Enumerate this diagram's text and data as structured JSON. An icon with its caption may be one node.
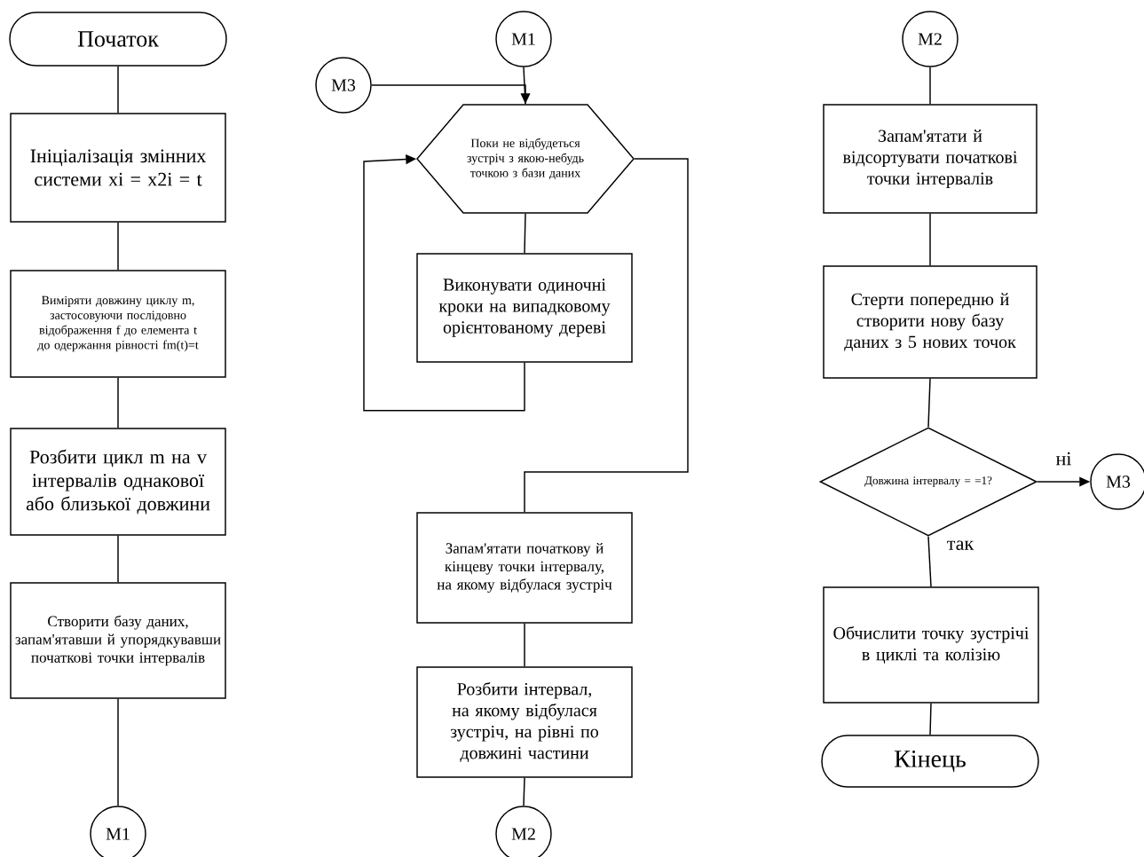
{
  "diagram": {
    "nodes": [
      {
        "text": [
          "Початок"
        ]
      },
      {
        "text": [
          "Ініціалізація змінних системи xi = x2i = t"
        ]
      },
      {
        "text": [
          "Виміряти довжину циклу m, застосовуючи послідовно відображення f до елемента t до одержання рівності fm(t)=t"
        ]
      },
      {
        "text": [
          "Розбити цикл m на v інтервалів однакової або близької довжини"
        ]
      },
      {
        "text": [
          "Створити базу даних, запам'ятавши й упорядкувавши початкові точки інтервалів"
        ]
      },
      {
        "text": [
          "M1"
        ]
      },
      {
        "text": [
          "M1"
        ]
      },
      {
        "text": [
          "M3"
        ]
      },
      {
        "text": [
          "Поки не відбудеться зустріч з якою-небудь точкою з бази даних"
        ]
      },
      {
        "text": [
          "Виконувати одиночні кроки на випадковому орієнтованому дереві"
        ]
      },
      {
        "text": [
          "Запам'ятати початкову й кінцеву точки інтервалу, на якому відбулася зустріч"
        ]
      },
      {
        "text": [
          "Розбити інтервал, на якому відбулася зустріч, на рівні по довжині частини"
        ]
      },
      {
        "text": [
          "M2"
        ]
      },
      {
        "text": [
          "M2"
        ]
      },
      {
        "text": [
          "Запам'ятати й відсортувати початкові точки інтервалів"
        ]
      },
      {
        "text": [
          "Стерти попередню й створити нову базу даних з 5 нових точок"
        ]
      },
      {
        "text": [
          "Довжина інтервалу = =1?"
        ]
      },
      {
        "text": [
          "M3"
        ]
      },
      {
        "text": [
          "Обчислити точку зустрічі в циклі та колізію"
        ]
      },
      {
        "text": [
          "Кінець"
        ]
      }
    ],
    "edges": [
      {
        "from": 0,
        "to": 1,
        "arrow": "none"
      },
      {
        "from": 1,
        "to": 2,
        "arrow": "none"
      },
      {
        "from": 2,
        "to": 3,
        "arrow": "none"
      },
      {
        "from": 3,
        "to": 4,
        "arrow": "none"
      },
      {
        "from": 4,
        "to": 5,
        "arrow": "none"
      },
      {
        "from": 6,
        "to": 8,
        "arrow": "none"
      },
      {
        "from": 7,
        "to": 8,
        "arrow": "to"
      },
      {
        "from": 8,
        "to": 9,
        "arrow": "none"
      },
      {
        "from": 9,
        "to": 8,
        "arrow": "to"
      },
      {
        "from": 8,
        "to": 10,
        "arrow": "none"
      },
      {
        "from": 10,
        "to": 11,
        "arrow": "none"
      },
      {
        "from": 11,
        "to": 12,
        "arrow": "none"
      },
      {
        "from": 13,
        "to": 14,
        "arrow": "none"
      },
      {
        "from": 14,
        "to": 15,
        "arrow": "none"
      },
      {
        "from": 15,
        "to": 16,
        "arrow": "none"
      },
      {
        "from": 16,
        "to": 17,
        "arrow": "to",
        "label": "ні"
      },
      {
        "from": 16,
        "to": 18,
        "arrow": "none",
        "label": "так"
      },
      {
        "from": 18,
        "to": 19,
        "arrow": "none"
      }
    ]
  }
}
